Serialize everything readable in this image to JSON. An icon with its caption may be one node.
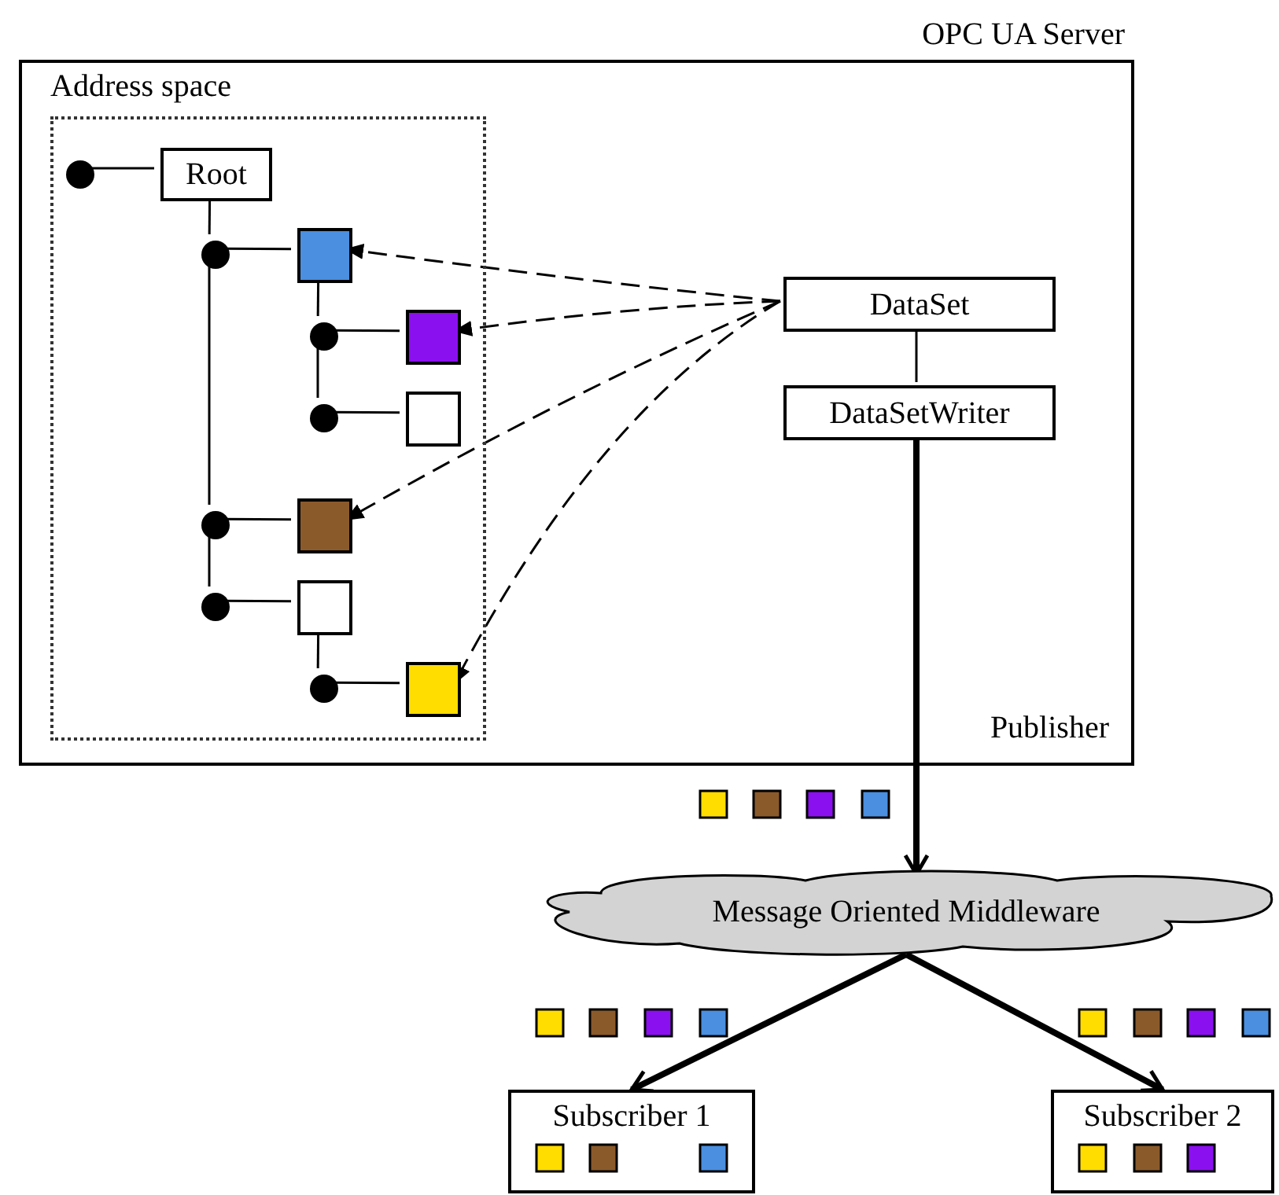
{
  "diagram": {
    "nodes": [
      {
        "text": [
          "OPC UA Server",
          "Publisher"
        ]
      },
      {
        "text": [
          "Address space"
        ],
        "in": 0
      },
      {
        "text": [],
        "shape": "circle",
        "in": 1
      },
      {
        "text": [
          "Root"
        ],
        "in": 1
      },
      {
        "text": [],
        "shape": "circle",
        "in": 1
      },
      {
        "text": [],
        "shape": "box",
        "in": 1
      },
      {
        "text": [],
        "shape": "circle",
        "in": 1
      },
      {
        "text": [],
        "shape": "box",
        "in": 1
      },
      {
        "text": [],
        "shape": "circle",
        "in": 1
      },
      {
        "text": [],
        "shape": "box",
        "in": 1
      },
      {
        "text": [],
        "shape": "circle",
        "in": 1
      },
      {
        "text": [],
        "shape": "box",
        "in": 1
      },
      {
        "text": [],
        "shape": "circle",
        "in": 1
      },
      {
        "text": [],
        "shape": "box",
        "in": 1
      },
      {
        "text": [],
        "shape": "circle",
        "in": 1
      },
      {
        "text": [],
        "shape": "box",
        "in": 1
      },
      {
        "text": [
          "DataSet"
        ],
        "in": 0
      },
      {
        "text": [
          "DataSetWriter"
        ],
        "in": 0
      },
      {
        "text": [
          "Message Oriented Middleware"
        ]
      },
      {
        "text": [
          "Subscriber 1"
        ]
      },
      {
        "text": [
          "Subscriber 2"
        ]
      }
    ],
    "edges": [
      {
        "from": 2,
        "to": 3,
        "arrow": "none"
      },
      {
        "from": 3,
        "to": 4,
        "arrow": "none"
      },
      {
        "from": 4,
        "to": 5,
        "arrow": "none"
      },
      {
        "from": 5,
        "to": 6,
        "arrow": "none"
      },
      {
        "from": 6,
        "to": 7,
        "arrow": "none"
      },
      {
        "from": 6,
        "to": 8,
        "arrow": "none"
      },
      {
        "from": 8,
        "to": 9,
        "arrow": "none"
      },
      {
        "from": 4,
        "to": 10,
        "arrow": "none"
      },
      {
        "from": 10,
        "to": 11,
        "arrow": "none"
      },
      {
        "from": 10,
        "to": 12,
        "arrow": "none"
      },
      {
        "from": 12,
        "to": 13,
        "arrow": "none"
      },
      {
        "from": 13,
        "to": 14,
        "arrow": "none"
      },
      {
        "from": 14,
        "to": 15,
        "arrow": "none"
      },
      {
        "from": 16,
        "to": 5,
        "arrow": "to",
        "style": "dashed"
      },
      {
        "from": 16,
        "to": 7,
        "arrow": "to",
        "style": "dashed"
      },
      {
        "from": 16,
        "to": 11,
        "arrow": "to",
        "style": "dashed"
      },
      {
        "from": 16,
        "to": 15,
        "arrow": "to",
        "style": "dashed"
      },
      {
        "from": 16,
        "to": 17,
        "arrow": "none"
      },
      {
        "from": 17,
        "to": 18,
        "arrow": "to",
        "style": "thick"
      },
      {
        "from": 18,
        "to": 19,
        "arrow": "to",
        "style": "thick"
      },
      {
        "from": 18,
        "to": 20,
        "arrow": "to",
        "style": "thick"
      }
    ]
  }
}
